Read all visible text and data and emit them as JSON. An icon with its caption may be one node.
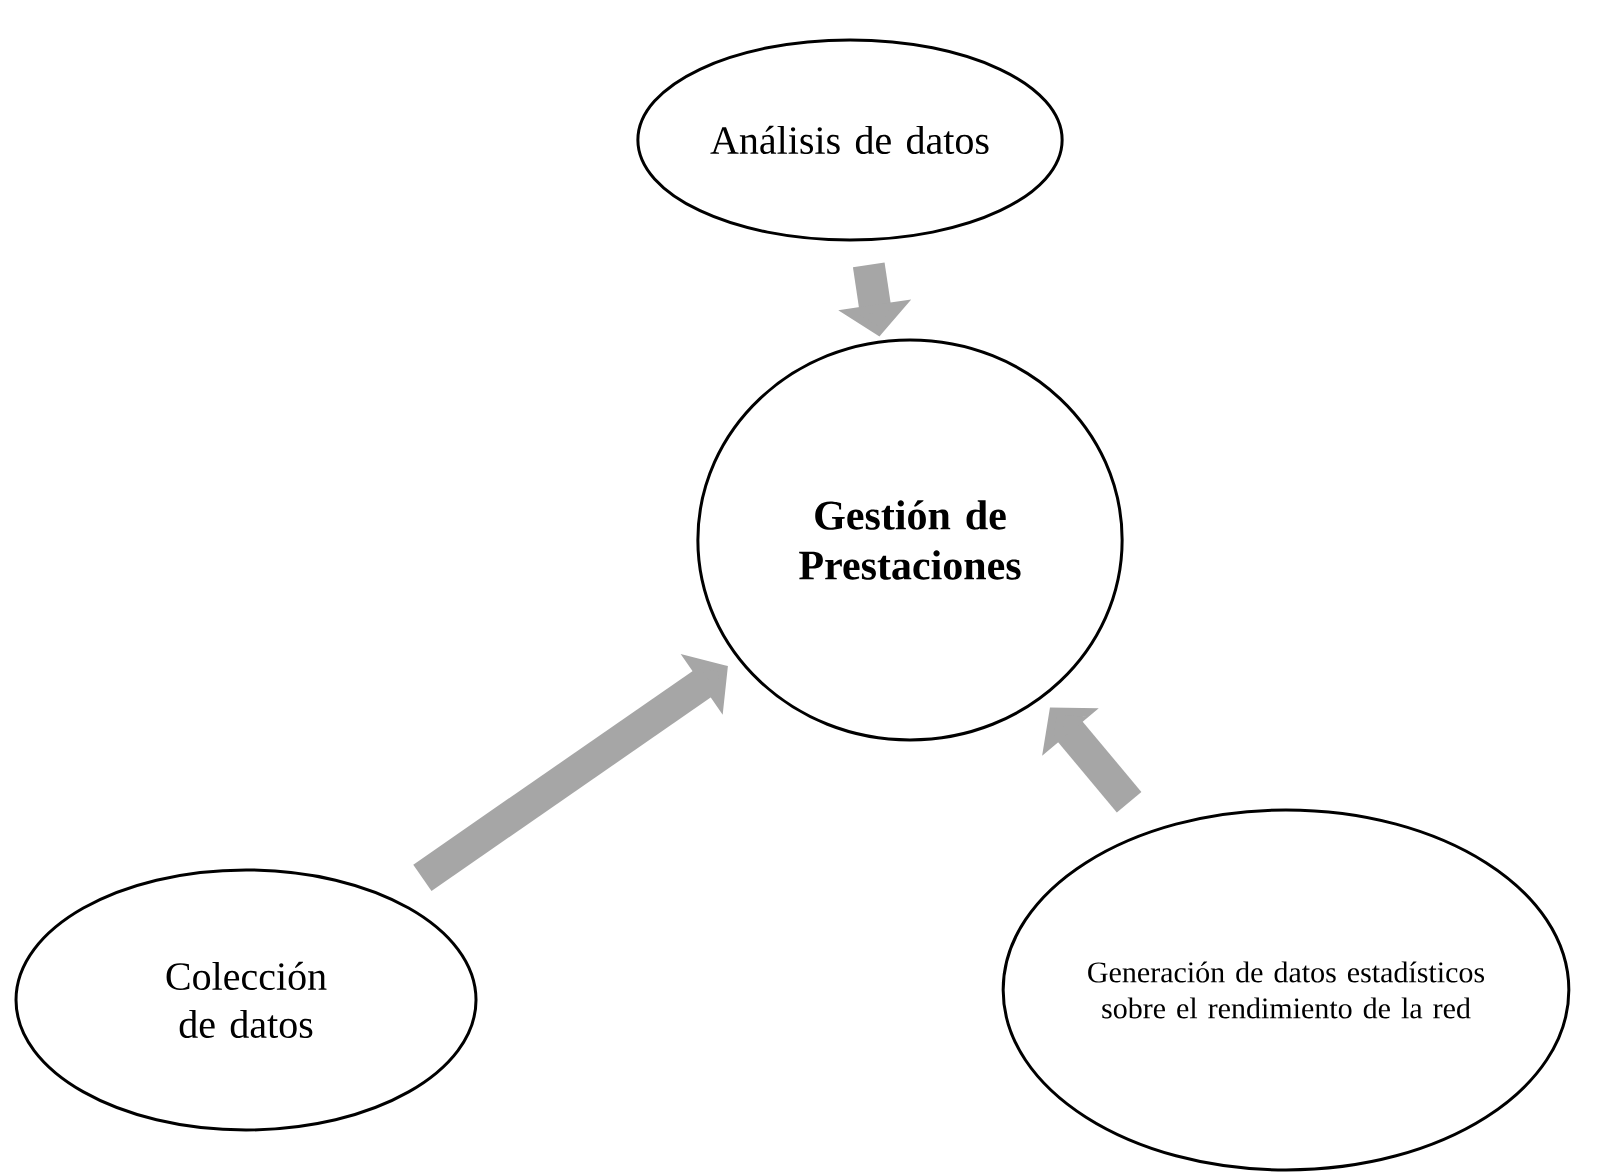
{
  "diagram": {
    "nodes": [
      {
        "text": [
          "Análisis de datos"
        ]
      },
      {
        "text": [
          "Gestión de Prestaciones"
        ]
      },
      {
        "text": [
          "Colección de datos"
        ]
      },
      {
        "text": [
          "Generación de datos estadísticos sobre el rendimiento de la red"
        ]
      }
    ],
    "edges": [
      {
        "from": 0,
        "to": 1,
        "arrow": "to"
      },
      {
        "from": 2,
        "to": 1,
        "arrow": "to"
      },
      {
        "from": 3,
        "to": 1,
        "arrow": "to"
      }
    ]
  }
}
